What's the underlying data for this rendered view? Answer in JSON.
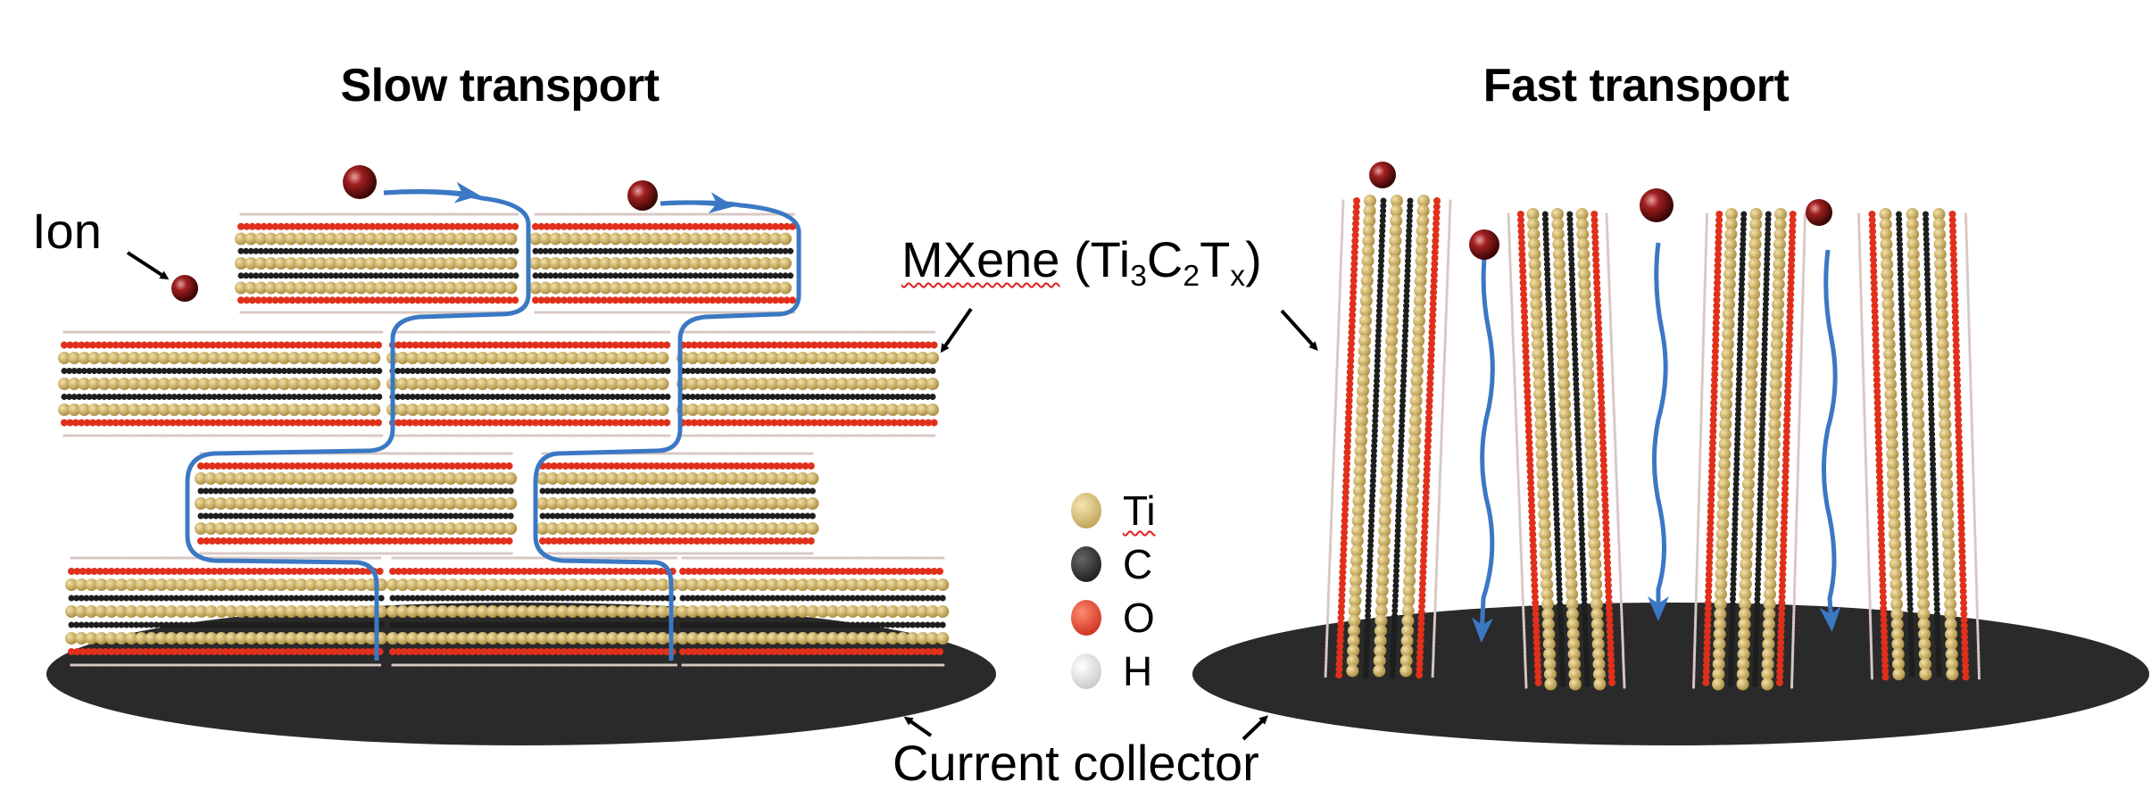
{
  "titles": {
    "left": "Slow transport",
    "right": "Fast transport"
  },
  "labels": {
    "ion": "Ion",
    "mxene": "MXene",
    "formula": {
      "open": "(",
      "ti": "Ti",
      "ti_sub": "3",
      "c": "C",
      "c_sub": "2",
      "t": "T",
      "t_sub": "x",
      "close": ")"
    },
    "current_collector": "Current collector"
  },
  "legend": [
    {
      "symbol": "Ti",
      "color": "#c9ae5e"
    },
    {
      "symbol": "C",
      "color": "#1e1e1e"
    },
    {
      "symbol": "O",
      "color": "#e0301c"
    },
    {
      "symbol": "H",
      "color": "#eeeeee"
    }
  ],
  "colors": {
    "path": "#3b78c4",
    "ion": "#7a1414",
    "collector": "#2a2a2a",
    "h_atom": "#d8c8c4"
  }
}
